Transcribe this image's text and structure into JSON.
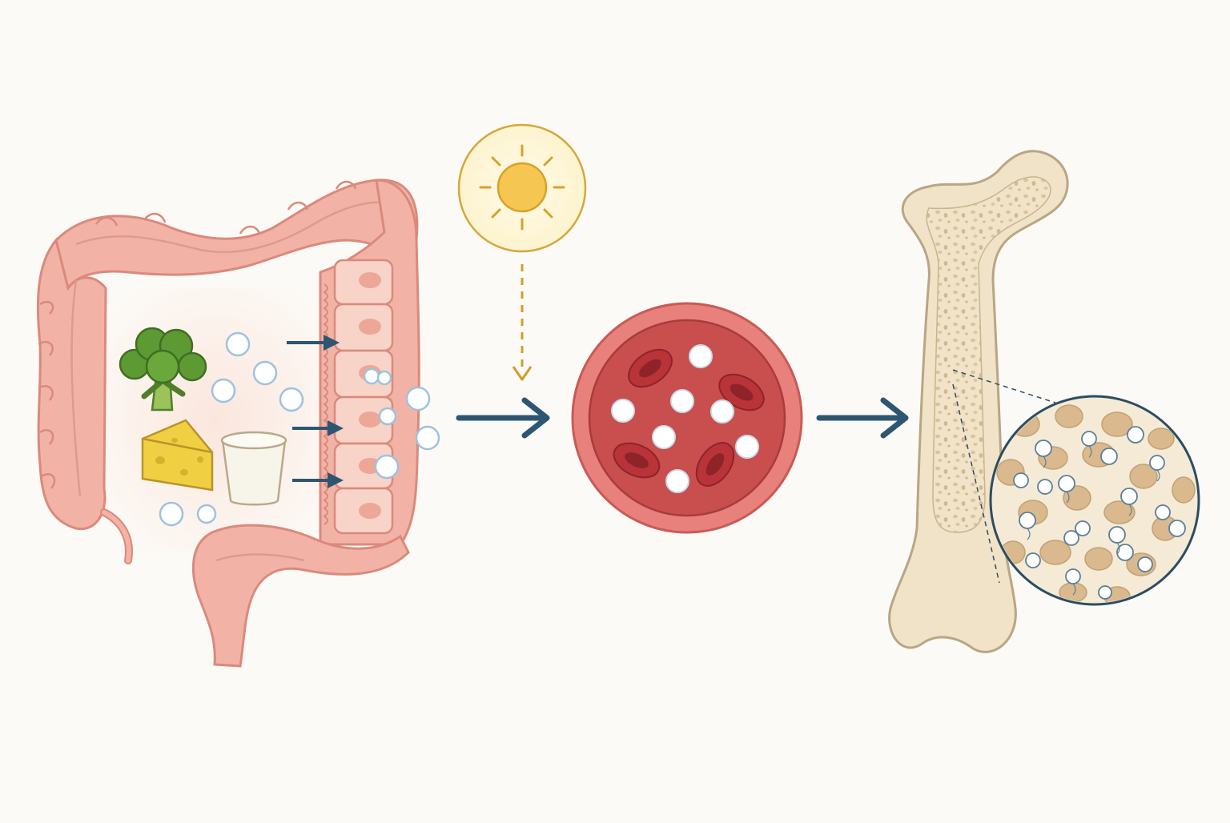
{
  "diagram": {
    "stages": [
      {
        "id": "intestine",
        "icon": "intestine-icon"
      },
      {
        "id": "blood-vessel",
        "icon": "blood-vessel-cross-section-icon"
      },
      {
        "id": "bone",
        "icon": "femur-bone-icon"
      }
    ],
    "food_icons": [
      "broccoli-icon",
      "cheese-icon",
      "milk-cup-icon"
    ],
    "sun_icon": "sun-icon",
    "flow_arrows": [
      "intestine-to-blood",
      "blood-to-bone"
    ],
    "colors": {
      "background": "#fcfaf6",
      "intestine_fill": "#f2b3a6",
      "intestine_stroke": "#d98a7c",
      "intestine_interior": "#fbe3da",
      "cell_fill": "#f8d3c8",
      "nucleus": "#eca796",
      "arrow": "#2d5672",
      "sun_ring": "#d2a93c",
      "sun_core": "#f6c653",
      "sun_dash": "#cf9e28",
      "vessel_outer": "#e8807c",
      "vessel_inner": "#c84f4e",
      "red_cell": "#b83438",
      "red_cell_dark": "#8e2329",
      "calcium_particle": "#ffffff",
      "calcium_stroke": "#9fc2de",
      "broccoli": "#5e9a34",
      "cheese": "#f1cf43",
      "cup": "#f7f4e9",
      "bone_fill": "#f1e3c8",
      "bone_stroke": "#b8a684",
      "spongy_bone": "#d9c39c",
      "magnifier_ring": "#2b4d63"
    }
  }
}
